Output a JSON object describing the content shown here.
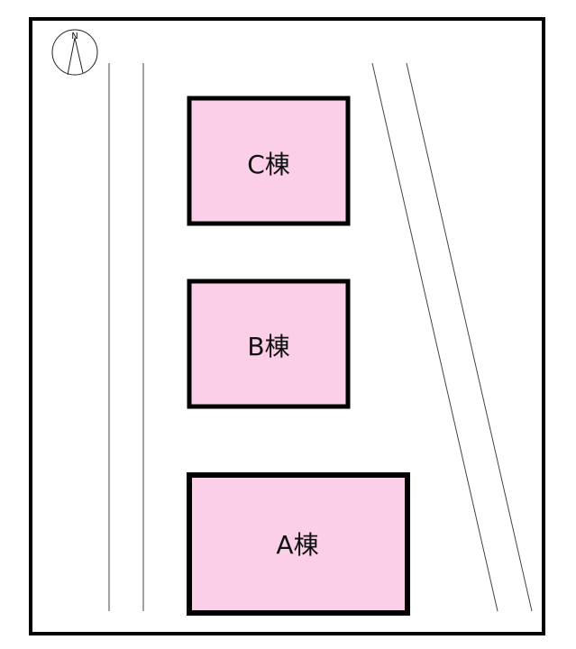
{
  "compass": {
    "label": "N",
    "icon": "north-arrow-icon"
  },
  "buildings": [
    {
      "id": "C",
      "label": "C棟"
    },
    {
      "id": "B",
      "label": "B棟"
    },
    {
      "id": "A",
      "label": "A棟"
    }
  ],
  "colors": {
    "building_fill": "#fbcfe7",
    "outline": "#000000",
    "line": "#333333"
  }
}
